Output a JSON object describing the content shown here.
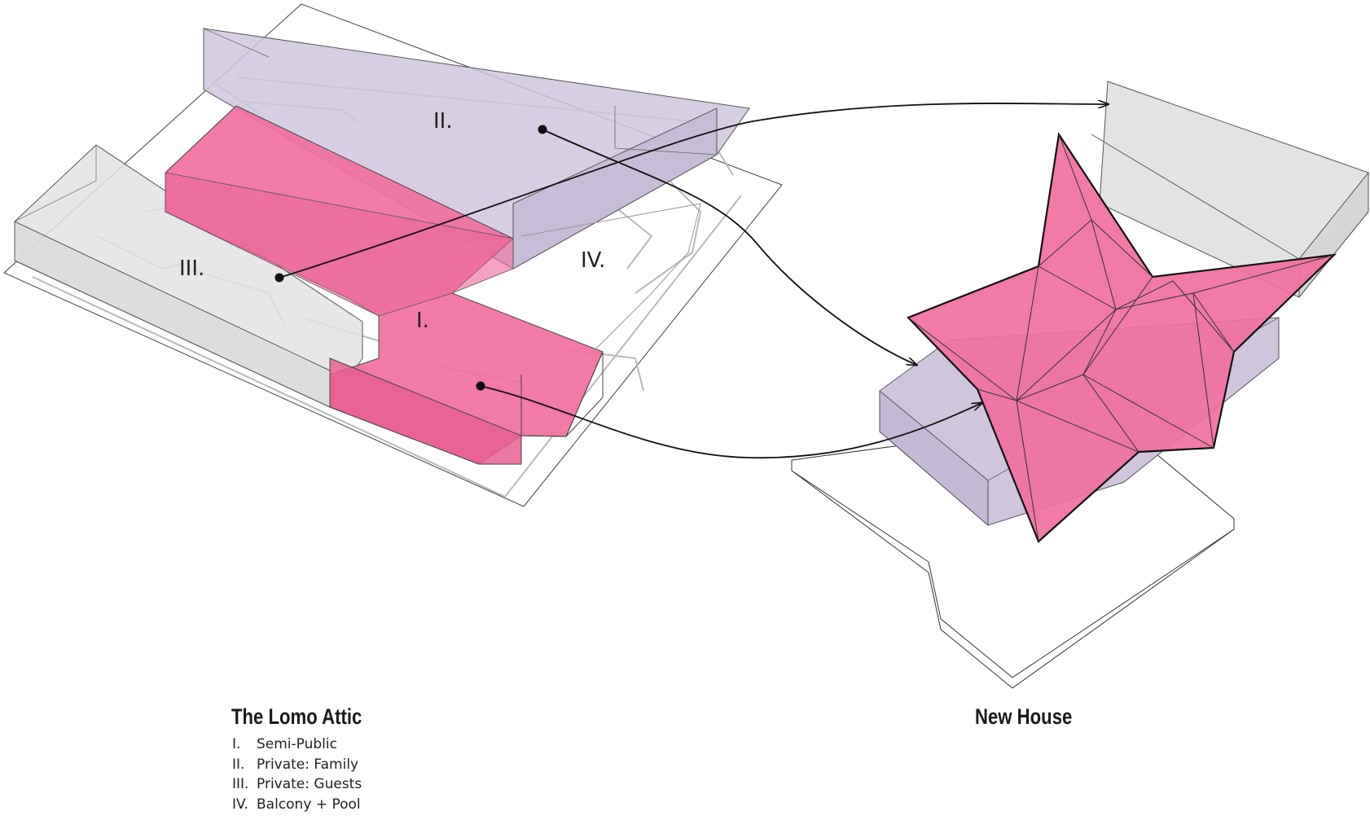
{
  "colors": {
    "semi_public": "#f06fa0",
    "private_family": "#cfc6dd",
    "private_guests": "#e3e3e3",
    "outline": "#333333",
    "arrow": "#111111"
  },
  "zone_labels": {
    "one": "I.",
    "two": "II.",
    "three": "III.",
    "four": "IV."
  },
  "titles": {
    "existing": "The Lomo Attic",
    "new": "New House"
  },
  "legend": [
    {
      "num": "I.",
      "label": "Semi-Public"
    },
    {
      "num": "II.",
      "label": "Private: Family"
    },
    {
      "num": "III.",
      "label": "Private: Guests"
    },
    {
      "num": "IV.",
      "label": "Balcony + Pool"
    }
  ]
}
